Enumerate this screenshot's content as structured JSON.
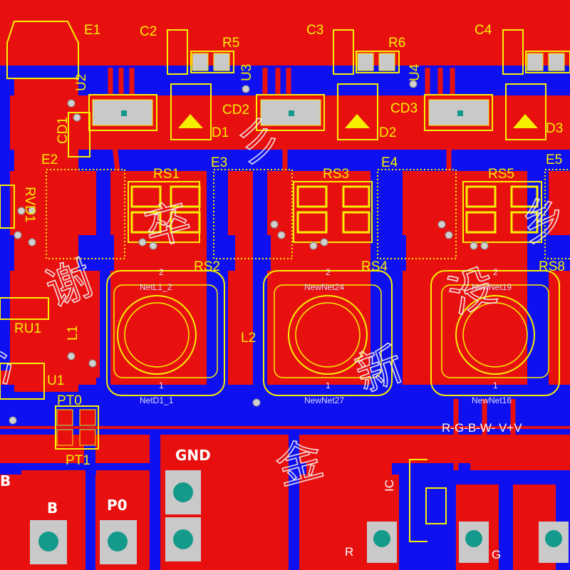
{
  "colors": {
    "top_copper": "#e8100f",
    "bottom_copper": "#0f10f0",
    "silkscreen": "#f6f000",
    "pad": "#c9c9c9",
    "via_hole": "#149a8a"
  },
  "designators": {
    "E1": "E1",
    "E2": "E2",
    "E3": "E3",
    "E4": "E4",
    "E5": "E5",
    "C2": "C2",
    "C3": "C3",
    "C4": "C4",
    "R5": "R5",
    "R6": "R6",
    "U2": "U2",
    "U3": "U3",
    "U4": "U4",
    "CD1": "CD1",
    "CD2": "CD2",
    "CD3": "CD3",
    "D1": "D1",
    "D2": "D2",
    "D3": "D3",
    "RVD1": "RVD1",
    "RS1": "RS1",
    "RS2": "RS2",
    "RS3": "RS3",
    "RS4": "RS4",
    "RS5": "RS5",
    "RS8": "RS8",
    "RU1": "RU1",
    "U1": "U1",
    "L1": "L1",
    "L2": "L2",
    "PT0": "PT0",
    "PT1": "PT1",
    "IC": "IC"
  },
  "inductors": [
    {
      "top_net": "NetL1_2",
      "bottom_net": "NetD1_1",
      "pin_top": "2",
      "pin_bottom": "1"
    },
    {
      "top_net": "NewNet24",
      "bottom_net": "NewNet27",
      "pin_top": "2",
      "pin_bottom": "1"
    },
    {
      "top_net": "NewNet19",
      "bottom_net": "NewNet16",
      "pin_top": "2",
      "pin_bottom": "1"
    }
  ],
  "connector_header": "R-G-B-W- V+V",
  "pads": {
    "gnd": "GND",
    "b": "B",
    "p0": "P0",
    "b_left": "B",
    "r_bottom": "R",
    "g_bottom": "G"
  },
  "watermark_glyphs": [
    "卒",
    "彡",
    "谢",
    "冫",
    "新",
    "没",
    "金",
    "乡"
  ]
}
